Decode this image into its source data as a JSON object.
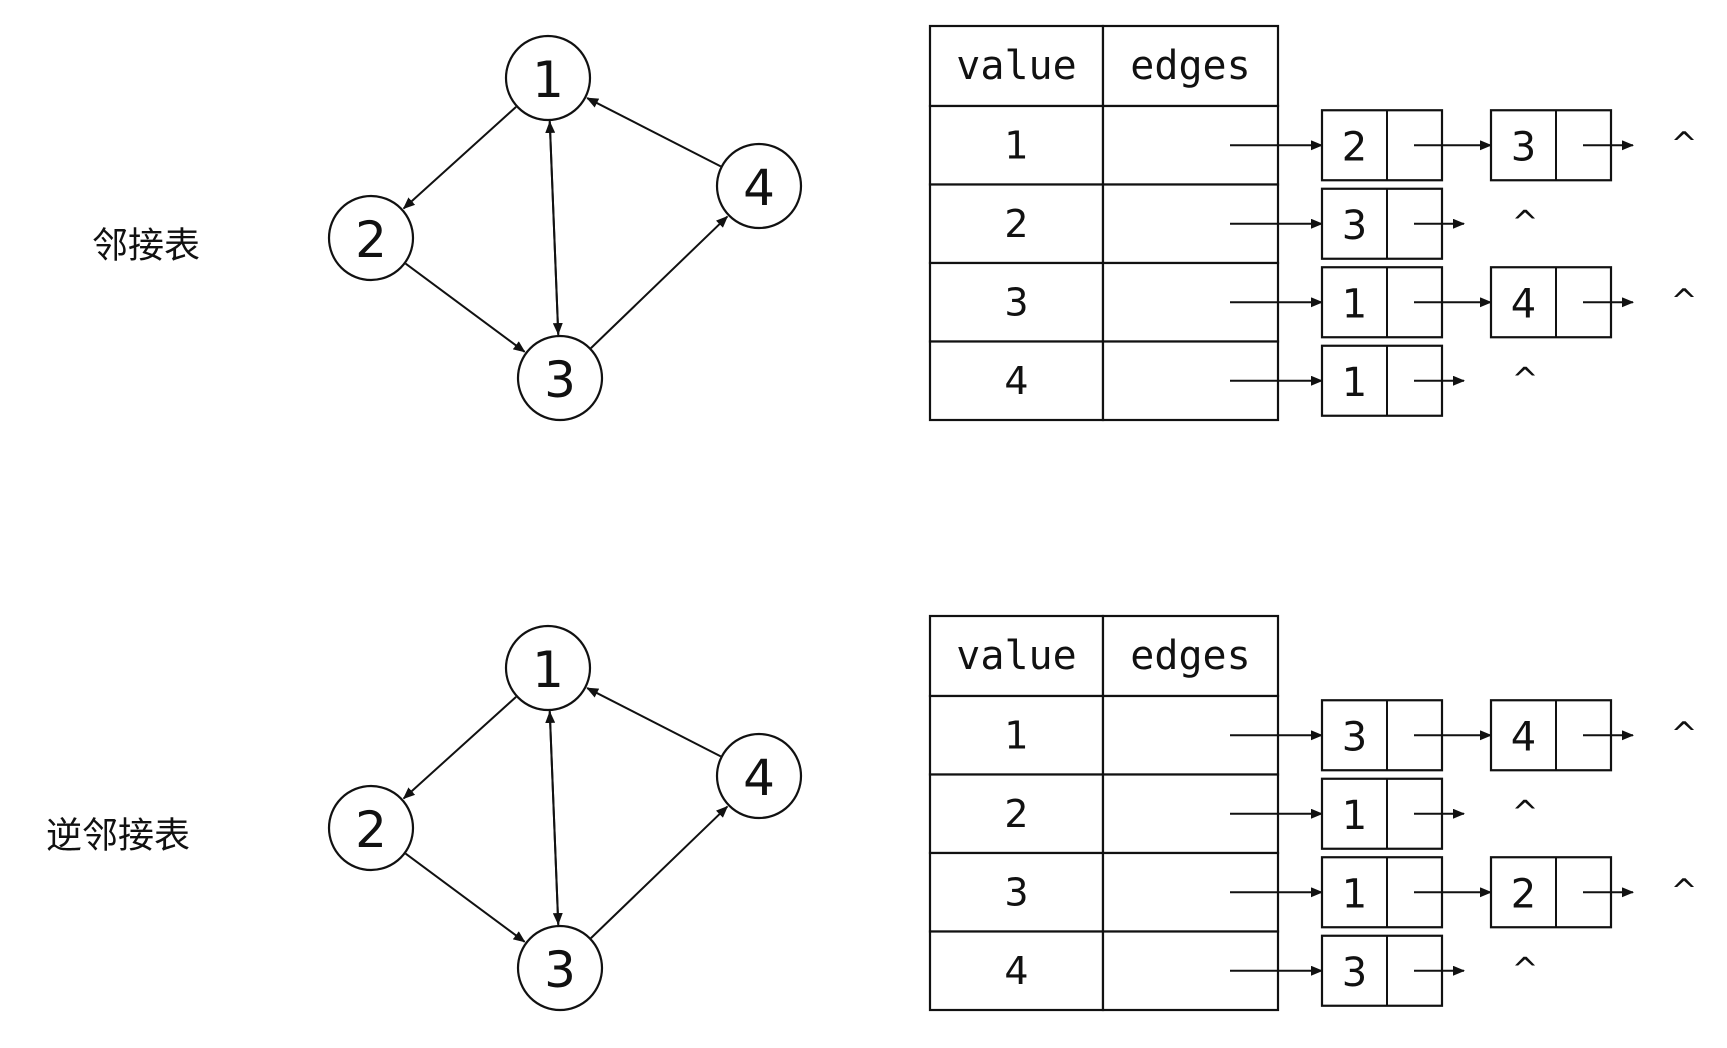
{
  "sections": [
    {
      "label": "邻接表",
      "nodes": [
        "1",
        "2",
        "3",
        "4"
      ],
      "edges": [
        {
          "from": "1",
          "to": "2"
        },
        {
          "from": "2",
          "to": "3"
        },
        {
          "from": "1",
          "to": "3"
        },
        {
          "from": "3",
          "to": "1"
        },
        {
          "from": "3",
          "to": "4"
        },
        {
          "from": "4",
          "to": "1"
        }
      ],
      "table": {
        "headers": [
          "value",
          "edges"
        ],
        "rows": [
          {
            "value": "1",
            "list": [
              "2",
              "3"
            ]
          },
          {
            "value": "2",
            "list": [
              "3"
            ]
          },
          {
            "value": "3",
            "list": [
              "1",
              "4"
            ]
          },
          {
            "value": "4",
            "list": [
              "1"
            ]
          }
        ],
        "terminator": "^"
      }
    },
    {
      "label": "逆邻接表",
      "nodes": [
        "1",
        "2",
        "3",
        "4"
      ],
      "edges": [
        {
          "from": "1",
          "to": "2"
        },
        {
          "from": "2",
          "to": "3"
        },
        {
          "from": "1",
          "to": "3"
        },
        {
          "from": "3",
          "to": "1"
        },
        {
          "from": "3",
          "to": "4"
        },
        {
          "from": "4",
          "to": "1"
        }
      ],
      "table": {
        "headers": [
          "value",
          "edges"
        ],
        "rows": [
          {
            "value": "1",
            "list": [
              "3",
              "4"
            ]
          },
          {
            "value": "2",
            "list": [
              "1"
            ]
          },
          {
            "value": "3",
            "list": [
              "1",
              "2"
            ]
          },
          {
            "value": "4",
            "list": [
              "3"
            ]
          }
        ],
        "terminator": "^"
      }
    }
  ]
}
